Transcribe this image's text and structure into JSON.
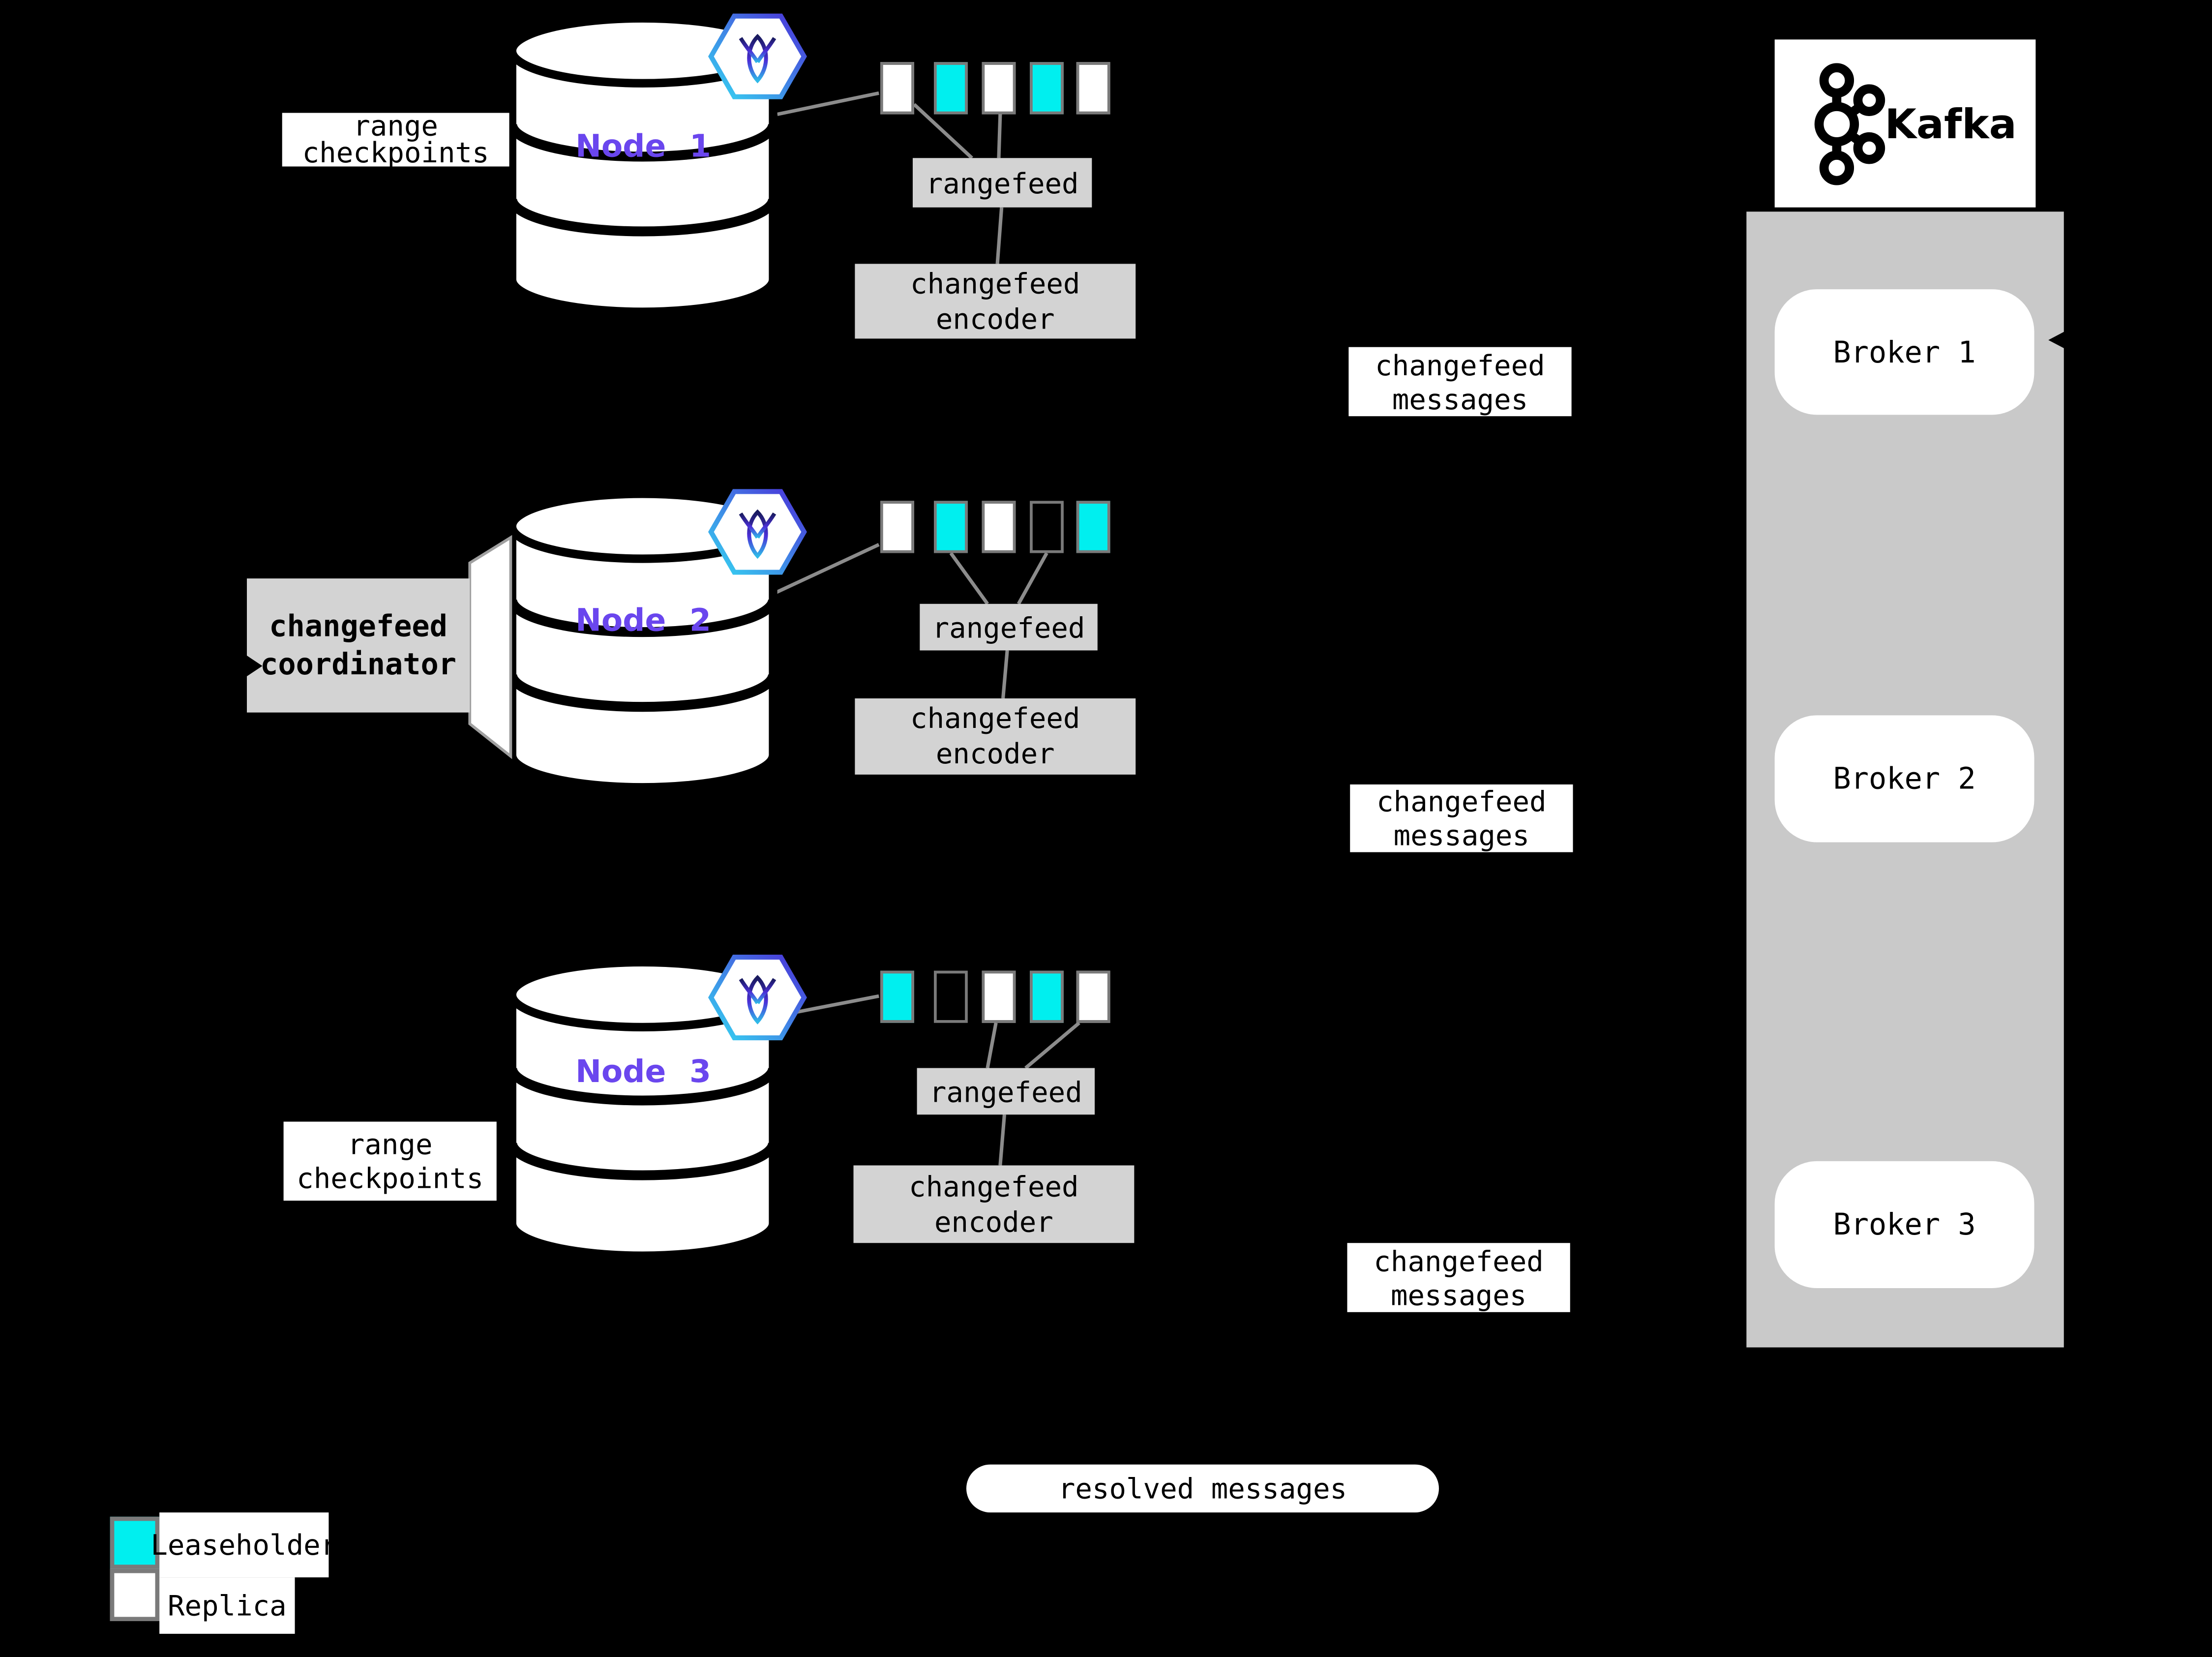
{
  "colors": {
    "leaseholder": "#00efef",
    "replica": "#ffffff",
    "node_label": "#6a46ee",
    "process_box": "#d3d3d3",
    "kafka_panel": "#c9c9c9"
  },
  "nodes": [
    {
      "label": "Node 1",
      "rangefeed_label": "rangefeed",
      "encoder_line1": "changefeed",
      "encoder_line2": "encoder",
      "messages_line1": "changefeed",
      "messages_line2": "messages",
      "ranges": [
        "replica",
        "leaseholder",
        "replica",
        "leaseholder",
        "replica"
      ]
    },
    {
      "label": "Node 2",
      "rangefeed_label": "rangefeed",
      "encoder_line1": "changefeed",
      "encoder_line2": "encoder",
      "messages_line1": "changefeed",
      "messages_line2": "messages",
      "ranges": [
        "replica",
        "leaseholder",
        "replica",
        "empty",
        "leaseholder"
      ]
    },
    {
      "label": "Node 3",
      "rangefeed_label": "rangefeed",
      "encoder_line1": "changefeed",
      "encoder_line2": "encoder",
      "messages_line1": "changefeed",
      "messages_line2": "messages",
      "ranges": [
        "leaseholder",
        "empty",
        "replica",
        "leaseholder",
        "replica"
      ]
    }
  ],
  "annotations": {
    "range_checkpoints_top": {
      "line1": "range",
      "line2": "checkpoints"
    },
    "range_checkpoints_bottom": {
      "line1": "range",
      "line2": "checkpoints"
    },
    "coordinator": {
      "line1": "changefeed",
      "line2": "coordinator"
    },
    "resolved_messages": "resolved messages"
  },
  "kafka": {
    "title": "Kafka",
    "brokers": [
      {
        "label": "Broker 1"
      },
      {
        "label": "Broker 2"
      },
      {
        "label": "Broker 3"
      }
    ]
  },
  "legend": [
    {
      "type": "leaseholder",
      "label": "Leaseholder"
    },
    {
      "type": "replica",
      "label": "Replica"
    }
  ]
}
